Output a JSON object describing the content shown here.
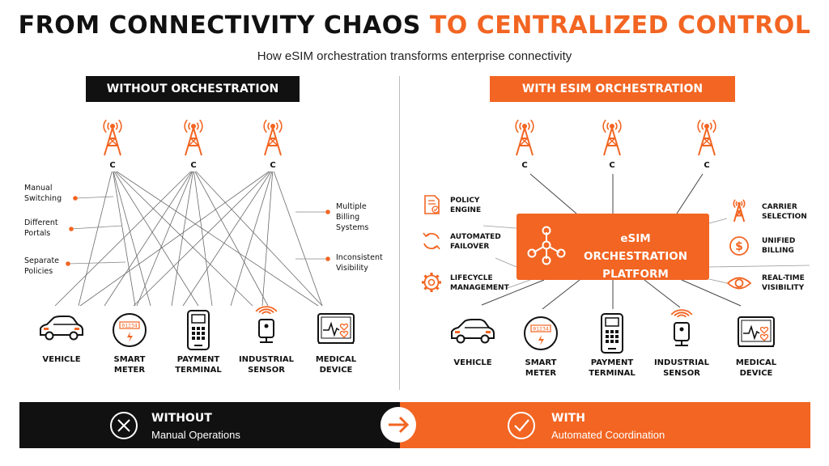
{
  "title": {
    "part1": "FROM CONNECTIVITY CHAOS",
    "part2": "TO CENTRALIZED CONTROL"
  },
  "subtitle": "How eSIM orchestration transforms enterprise connectivity",
  "left_panel": {
    "header": "WITHOUT ORCHESTRATION",
    "carriers": [
      "CARRIER A",
      "CARRIER B",
      "CARRIER C"
    ],
    "pain_points_left": [
      [
        "Manual",
        "Switching"
      ],
      [
        "Different",
        "Portals"
      ],
      [
        "Separate",
        "Policies"
      ]
    ],
    "pain_points_right": [
      [
        "Multiple",
        "Billing",
        "Systems"
      ],
      [
        "Inconsistent",
        "Visibility"
      ]
    ],
    "devices": [
      [
        "VEHICLE"
      ],
      [
        "SMART",
        "METER"
      ],
      [
        "PAYMENT",
        "TERMINAL"
      ],
      [
        "INDUSTRIAL",
        "SENSOR"
      ],
      [
        "MEDICAL",
        "DEVICE"
      ]
    ]
  },
  "right_panel": {
    "header": "WITH ESIM ORCHESTRATION",
    "carriers": [
      "CARRIER A",
      "CARRIER B",
      "CARRIER C"
    ],
    "platform": [
      "eSIM ORCHESTRATION",
      "PLATFORM"
    ],
    "features_left": [
      {
        "icon": "document-check-icon",
        "lines": [
          "POLICY",
          "ENGINE"
        ]
      },
      {
        "icon": "refresh-icon",
        "lines": [
          "AUTOMATED",
          "FAILOVER"
        ]
      },
      {
        "icon": "gear-icon",
        "lines": [
          "LIFECYCLE",
          "MANAGEMENT"
        ]
      }
    ],
    "features_right": [
      {
        "icon": "tower-icon",
        "lines": [
          "CARRIER",
          "SELECTION"
        ]
      },
      {
        "icon": "dollar-icon",
        "lines": [
          "UNIFIED",
          "BILLING"
        ]
      },
      {
        "icon": "eye-icon",
        "lines": [
          "REAL-TIME",
          "VISIBILITY"
        ]
      }
    ],
    "devices": [
      [
        "VEHICLE"
      ],
      [
        "SMART",
        "METER"
      ],
      [
        "PAYMENT",
        "TERMINAL"
      ],
      [
        "INDUSTRIAL",
        "SENSOR"
      ],
      [
        "MEDICAL",
        "DEVICE"
      ]
    ]
  },
  "meter_reading": "01234",
  "footer": {
    "without_title": "WITHOUT",
    "without_sub": "Manual Operations",
    "with_title": "WITH",
    "with_sub": "Automated Coordination"
  },
  "colors": {
    "accent": "#f26522",
    "dark": "#111111",
    "line": "#555555"
  }
}
